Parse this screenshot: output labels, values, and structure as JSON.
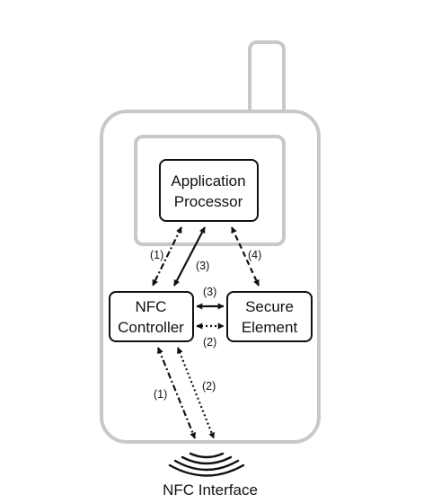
{
  "diagram": {
    "boxes": {
      "app_processor": {
        "line1": "Application",
        "line2": "Processor"
      },
      "nfc_controller": {
        "line1": "NFC",
        "line2": "Controller"
      },
      "secure_element": {
        "line1": "Secure",
        "line2": "Element"
      }
    },
    "links": {
      "ap_nfc_1": "(1)",
      "ap_nfc_3": "(3)",
      "ap_se_4": "(4)",
      "nfc_se_3": "(3)",
      "nfc_se_2": "(2)",
      "nfc_antenna_1": "(1)",
      "nfc_antenna_2": "(2)"
    },
    "interface_label": "NFC Interface"
  },
  "colors": {
    "device_outline": "#c8c8c8",
    "box_outline": "#111111",
    "arrow": "#111111"
  }
}
